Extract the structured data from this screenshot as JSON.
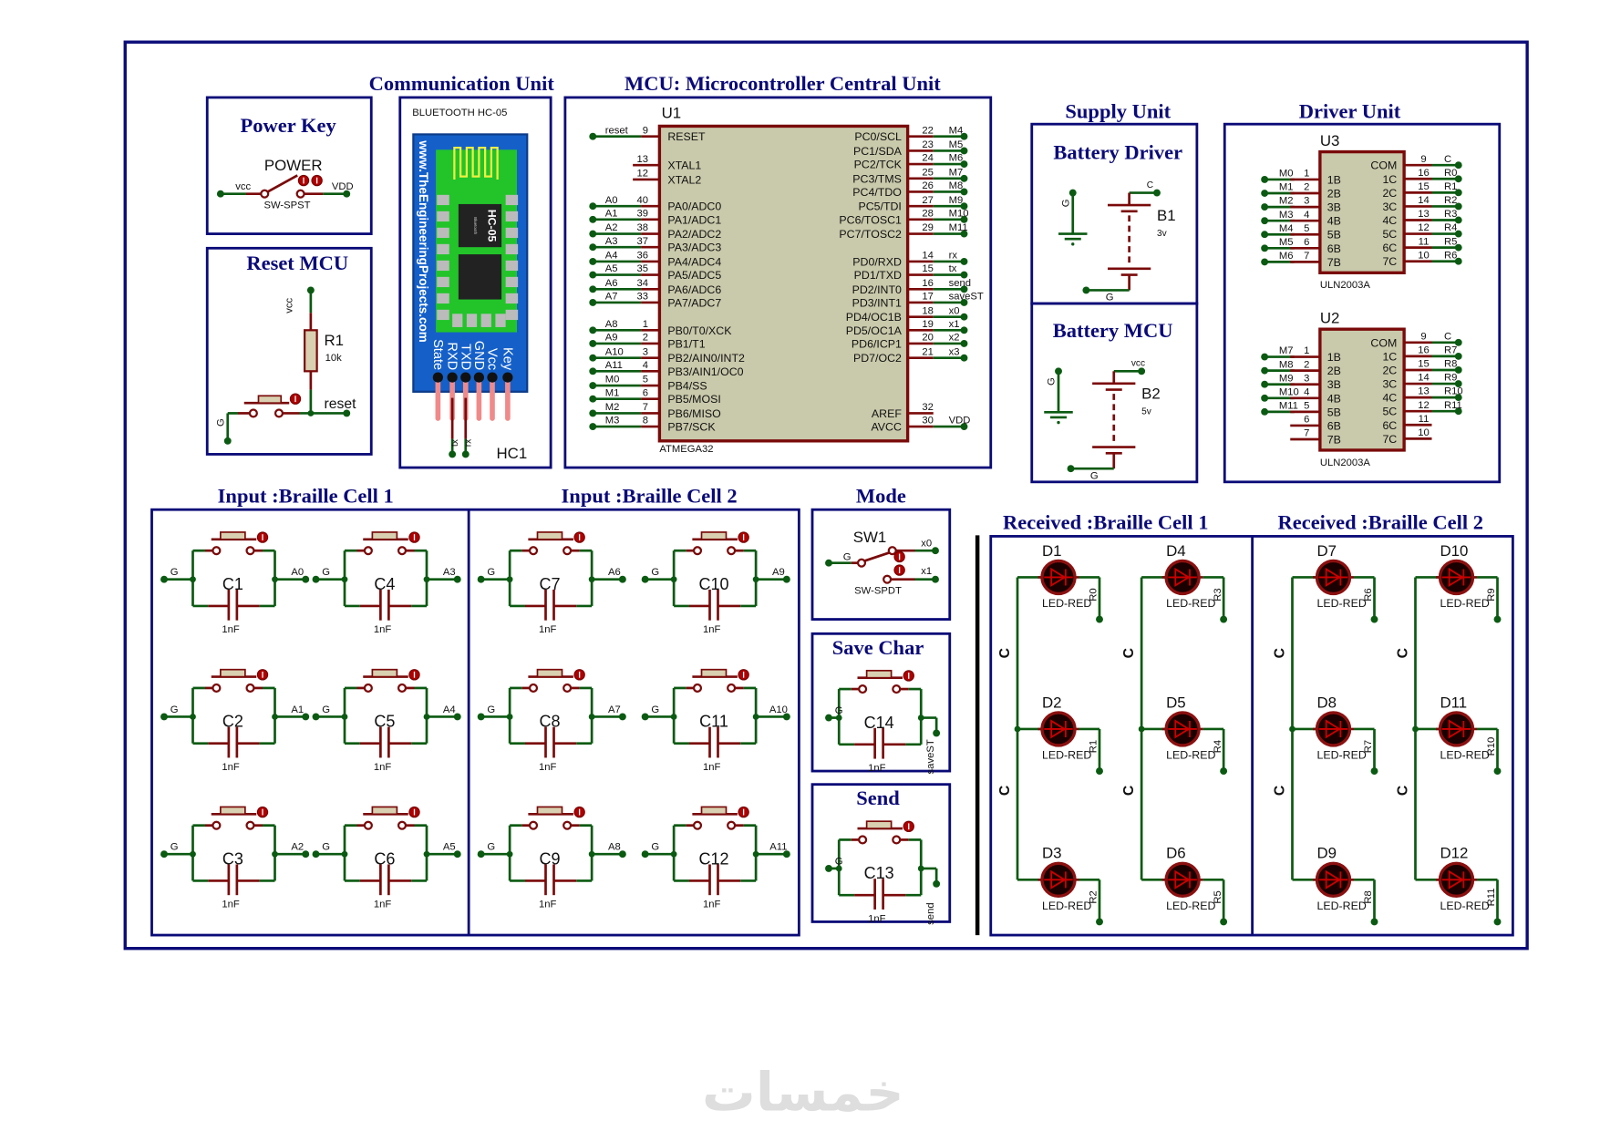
{
  "colors": {
    "border": "#0a0a78",
    "wire": "#0b5a12",
    "pin": "#7a0a0a",
    "chip": "#c9c9ab",
    "led": "#8b0000"
  },
  "power_key": {
    "title": "Power Key",
    "label": "POWER",
    "part": "SW-SPST",
    "left_net": "vcc",
    "right_net": "VDD"
  },
  "reset_mcu": {
    "title": "Reset MCU",
    "vcc_net": "vcc",
    "ref": "R1",
    "value": "10k",
    "reset_net": "reset",
    "ground_net": "G"
  },
  "communication": {
    "title": "Communication Unit",
    "header": "BLUETOOTH HC-05",
    "website": "www.TheEngineeringProjects.com",
    "chip": "HC-05",
    "chip_sub": "Bluetooth",
    "pins": [
      "State",
      "RXD",
      "TXD",
      "GND",
      "Vcc",
      "Key"
    ],
    "nets": [
      "tx",
      "rx"
    ],
    "ref": "HC1"
  },
  "mcu": {
    "title": "MCU: Microcontroller Central Unit",
    "ref": "U1",
    "part": "ATMEGA32",
    "left_pins": [
      {
        "net": "reset",
        "num": "9",
        "name": "RESET"
      },
      {
        "net": "",
        "num": "13",
        "name": "XTAL1"
      },
      {
        "net": "",
        "num": "12",
        "name": "XTAL2"
      },
      {
        "net": "A0",
        "num": "40",
        "name": "PA0/ADC0"
      },
      {
        "net": "A1",
        "num": "39",
        "name": "PA1/ADC1"
      },
      {
        "net": "A2",
        "num": "38",
        "name": "PA2/ADC2"
      },
      {
        "net": "A3",
        "num": "37",
        "name": "PA3/ADC3"
      },
      {
        "net": "A4",
        "num": "36",
        "name": "PA4/ADC4"
      },
      {
        "net": "A5",
        "num": "35",
        "name": "PA5/ADC5"
      },
      {
        "net": "A6",
        "num": "34",
        "name": "PA6/ADC6"
      },
      {
        "net": "A7",
        "num": "33",
        "name": "PA7/ADC7"
      },
      {
        "net": "A8",
        "num": "1",
        "name": "PB0/T0/XCK"
      },
      {
        "net": "A9",
        "num": "2",
        "name": "PB1/T1"
      },
      {
        "net": "A10",
        "num": "3",
        "name": "PB2/AIN0/INT2"
      },
      {
        "net": "A11",
        "num": "4",
        "name": "PB3/AIN1/OC0"
      },
      {
        "net": "M0",
        "num": "5",
        "name": "PB4/SS"
      },
      {
        "net": "M1",
        "num": "6",
        "name": "PB5/MOSI"
      },
      {
        "net": "M2",
        "num": "7",
        "name": "PB6/MISO"
      },
      {
        "net": "M3",
        "num": "8",
        "name": "PB7/SCK"
      }
    ],
    "right_pins": [
      {
        "net": "M4",
        "num": "22",
        "name": "PC0/SCL"
      },
      {
        "net": "M5",
        "num": "23",
        "name": "PC1/SDA"
      },
      {
        "net": "M6",
        "num": "24",
        "name": "PC2/TCK"
      },
      {
        "net": "M7",
        "num": "25",
        "name": "PC3/TMS"
      },
      {
        "net": "M8",
        "num": "26",
        "name": "PC4/TDO"
      },
      {
        "net": "M9",
        "num": "27",
        "name": "PC5/TDI"
      },
      {
        "net": "M10",
        "num": "28",
        "name": "PC6/TOSC1"
      },
      {
        "net": "M11",
        "num": "29",
        "name": "PC7/TOSC2"
      },
      {
        "net": "rx",
        "num": "14",
        "name": "PD0/RXD"
      },
      {
        "net": "tx",
        "num": "15",
        "name": "PD1/TXD"
      },
      {
        "net": "send",
        "num": "16",
        "name": "PD2/INT0"
      },
      {
        "net": "saveST",
        "num": "17",
        "name": "PD3/INT1"
      },
      {
        "net": "x0",
        "num": "18",
        "name": "PD4/OC1B"
      },
      {
        "net": "x1",
        "num": "19",
        "name": "PD5/OC1A"
      },
      {
        "net": "x2",
        "num": "20",
        "name": "PD6/ICP1"
      },
      {
        "net": "x3",
        "num": "21",
        "name": "PD7/OC2"
      },
      {
        "net": "",
        "num": "32",
        "name": "AREF"
      },
      {
        "net": "VDD",
        "num": "30",
        "name": "AVCC"
      }
    ]
  },
  "supply": {
    "title": "Supply Unit",
    "b1": {
      "title": "Battery Driver",
      "ref": "B1",
      "value": "3v",
      "pos_net": "C",
      "neg_net": "G",
      "ground_net": "G"
    },
    "b2": {
      "title": "Battery MCU",
      "ref": "B2",
      "value": "5v",
      "pos_net": "vcc",
      "neg_net": "G",
      "ground_net": "G"
    }
  },
  "driver": {
    "title": "Driver Unit",
    "chips": [
      {
        "ref": "U3",
        "part": "ULN2003A",
        "left": [
          {
            "net": "M0",
            "num": "1",
            "name": "1B"
          },
          {
            "net": "M1",
            "num": "2",
            "name": "2B"
          },
          {
            "net": "M2",
            "num": "3",
            "name": "3B"
          },
          {
            "net": "M3",
            "num": "4",
            "name": "4B"
          },
          {
            "net": "M4",
            "num": "5",
            "name": "5B"
          },
          {
            "net": "M5",
            "num": "6",
            "name": "6B"
          },
          {
            "net": "M6",
            "num": "7",
            "name": "7B"
          }
        ],
        "right": [
          {
            "net": "C",
            "num": "9",
            "name": "COM"
          },
          {
            "net": "R0",
            "num": "16",
            "name": "1C"
          },
          {
            "net": "R1",
            "num": "15",
            "name": "2C"
          },
          {
            "net": "R2",
            "num": "14",
            "name": "3C"
          },
          {
            "net": "R3",
            "num": "13",
            "name": "4C"
          },
          {
            "net": "R4",
            "num": "12",
            "name": "5C"
          },
          {
            "net": "R5",
            "num": "11",
            "name": "6C"
          },
          {
            "net": "R6",
            "num": "10",
            "name": "7C"
          }
        ]
      },
      {
        "ref": "U2",
        "part": "ULN2003A",
        "left": [
          {
            "net": "M7",
            "num": "1",
            "name": "1B"
          },
          {
            "net": "M8",
            "num": "2",
            "name": "2B"
          },
          {
            "net": "M9",
            "num": "3",
            "name": "3B"
          },
          {
            "net": "M10",
            "num": "4",
            "name": "4B"
          },
          {
            "net": "M11",
            "num": "5",
            "name": "5B"
          },
          {
            "net": "",
            "num": "6",
            "name": "6B"
          },
          {
            "net": "",
            "num": "7",
            "name": "7B"
          }
        ],
        "right": [
          {
            "net": "C",
            "num": "9",
            "name": "COM"
          },
          {
            "net": "R7",
            "num": "16",
            "name": "1C"
          },
          {
            "net": "R8",
            "num": "15",
            "name": "2C"
          },
          {
            "net": "R9",
            "num": "14",
            "name": "3C"
          },
          {
            "net": "R10",
            "num": "13",
            "name": "4C"
          },
          {
            "net": "R11",
            "num": "12",
            "name": "5C"
          },
          {
            "net": "",
            "num": "11",
            "name": "6C"
          },
          {
            "net": "",
            "num": "10",
            "name": "7C"
          }
        ]
      }
    ]
  },
  "input": {
    "titles": [
      "Input :Braille Cell 1",
      "Input :Braille Cell 2"
    ],
    "cap_value": "1nF",
    "ground_net": "G",
    "cells": [
      {
        "ref": "C1",
        "net": "A0"
      },
      {
        "ref": "C2",
        "net": "A1"
      },
      {
        "ref": "C3",
        "net": "A2"
      },
      {
        "ref": "C4",
        "net": "A3"
      },
      {
        "ref": "C5",
        "net": "A4"
      },
      {
        "ref": "C6",
        "net": "A5"
      },
      {
        "ref": "C7",
        "net": "A6"
      },
      {
        "ref": "C8",
        "net": "A7"
      },
      {
        "ref": "C9",
        "net": "A8"
      },
      {
        "ref": "C10",
        "net": "A9"
      },
      {
        "ref": "C11",
        "net": "A10"
      },
      {
        "ref": "C12",
        "net": "A11"
      }
    ]
  },
  "mode": {
    "title": "Mode",
    "ref": "SW1",
    "part": "SW-SPDT",
    "common_net": "G",
    "nets": [
      "x0",
      "x1"
    ]
  },
  "save_char": {
    "title": "Save Char",
    "ref": "C14",
    "value": "1nF",
    "ground_net": "G",
    "net": "saveST"
  },
  "send": {
    "title": "Send",
    "ref": "C13",
    "value": "1nF",
    "ground_net": "G",
    "net": "send"
  },
  "received": {
    "titles": [
      "Received :Braille Cell 1",
      "Received :Braille Cell 2"
    ],
    "part": "LED-RED",
    "common_net": "C",
    "leds": [
      {
        "ref": "D1",
        "net": "R0"
      },
      {
        "ref": "D2",
        "net": "R1"
      },
      {
        "ref": "D3",
        "net": "R2"
      },
      {
        "ref": "D4",
        "net": "R3"
      },
      {
        "ref": "D5",
        "net": "R4"
      },
      {
        "ref": "D6",
        "net": "R5"
      },
      {
        "ref": "D7",
        "net": "R6"
      },
      {
        "ref": "D8",
        "net": "R7"
      },
      {
        "ref": "D9",
        "net": "R8"
      },
      {
        "ref": "D10",
        "net": "R9"
      },
      {
        "ref": "D11",
        "net": "R10"
      },
      {
        "ref": "D12",
        "net": "R11"
      }
    ]
  },
  "watermark": "خمسات"
}
